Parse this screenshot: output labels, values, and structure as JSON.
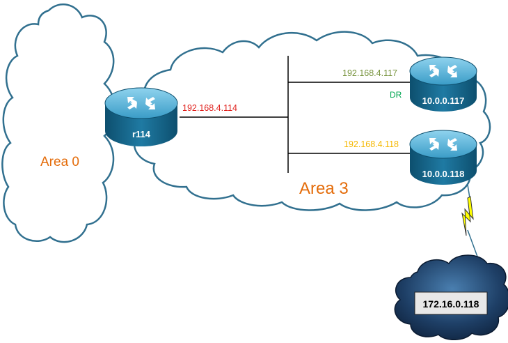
{
  "areas": {
    "area0": {
      "label": "Area 0",
      "color": "#e46c0a"
    },
    "area3": {
      "label": "Area 3",
      "color": "#e46c0a"
    }
  },
  "routers": {
    "r114": {
      "name": "r114",
      "interface_ip": "192.168.4.114",
      "ip_color": "#e0201c"
    },
    "r117": {
      "name": "10.0.0.117",
      "interface_ip": "192.168.4.117",
      "ip_color": "#77933c",
      "role": "DR",
      "role_color": "#00a651"
    },
    "r118": {
      "name": "10.0.0.118",
      "interface_ip": "192.168.4.118",
      "ip_color": "#f5b800"
    }
  },
  "external_network": {
    "label": "172.16.0.118"
  },
  "colors": {
    "cloud_outline": "#31708f",
    "router_body": "#1f7aa3",
    "serial_link": "#ffff00"
  }
}
